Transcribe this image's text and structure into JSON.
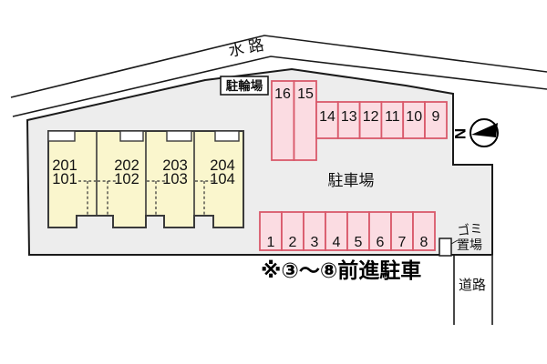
{
  "labels": {
    "waterway": "水路",
    "bicycle_parking": "駐輪場",
    "parking_lot": "駐車場",
    "garbage_line1": "ゴミ",
    "garbage_line2": "置場",
    "road": "道路",
    "note": "※③〜⑧前進駐車",
    "north": "N"
  },
  "building": {
    "units": [
      {
        "upper": "201",
        "lower": "101"
      },
      {
        "upper": "202",
        "lower": "102"
      },
      {
        "upper": "203",
        "lower": "103"
      },
      {
        "upper": "204",
        "lower": "104"
      }
    ]
  },
  "parking": {
    "top_row": [
      "16",
      "15"
    ],
    "mid_row": [
      "14",
      "13",
      "12",
      "11",
      "10",
      "9"
    ],
    "bottom_row": [
      "1",
      "2",
      "3",
      "4",
      "5",
      "6",
      "7",
      "8"
    ]
  },
  "colors": {
    "parcel": "#ededed",
    "unit_fill": "#faf6cd",
    "space_fill": "#fbdce2",
    "space_border": "#d9596b",
    "line": "#1a1a1a",
    "ink": "#111111"
  }
}
